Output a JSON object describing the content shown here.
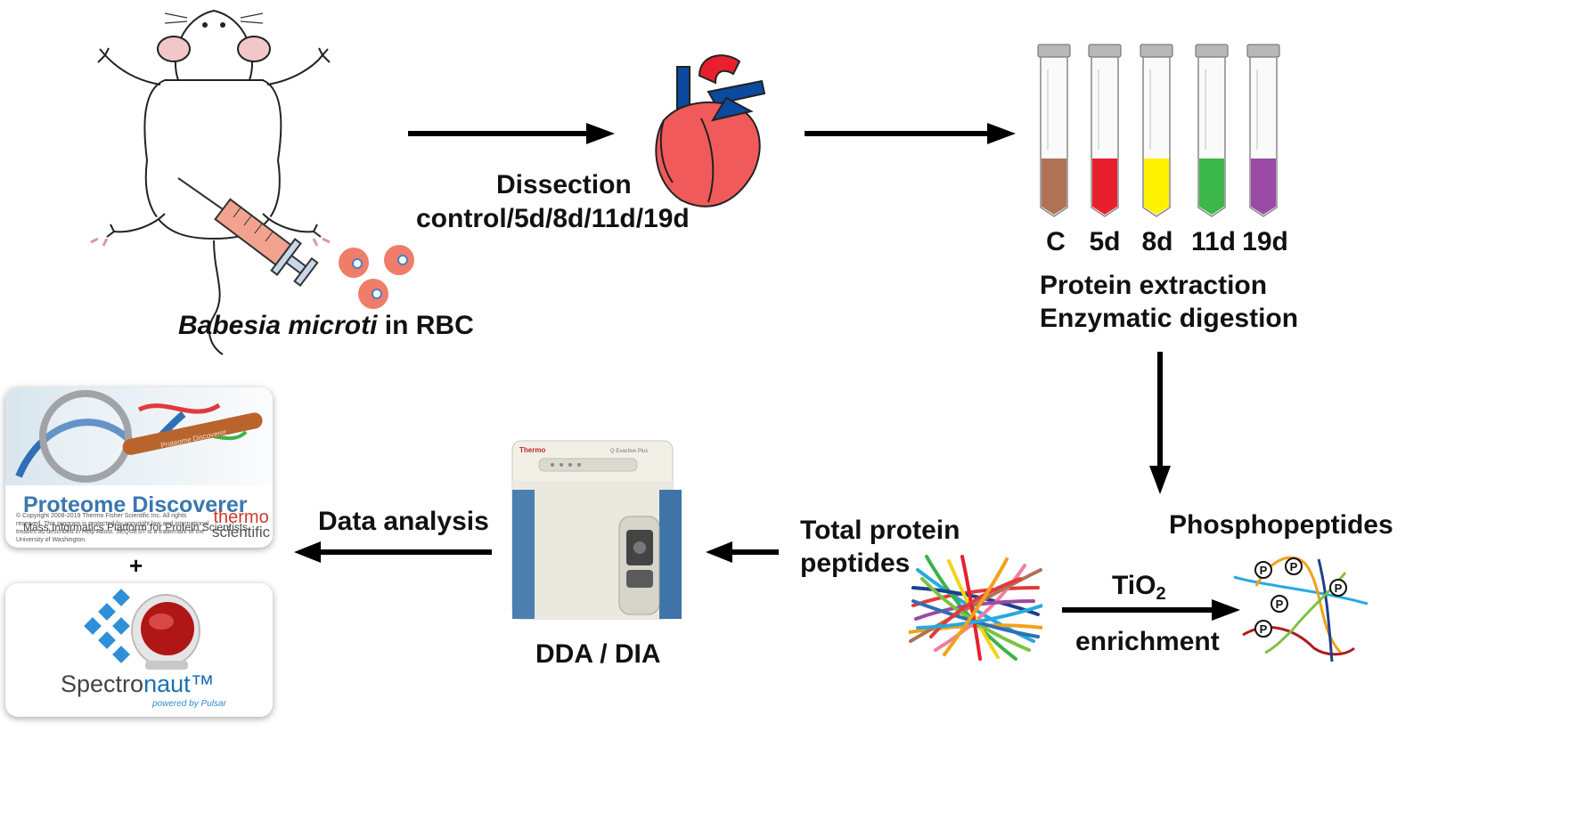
{
  "mouse": {
    "label_italic": "Babesia microti",
    "label_rest": " in RBC"
  },
  "dissection": {
    "line1": "Dissection",
    "line2": "control/5d/8d/11d/19d"
  },
  "tubes": {
    "labels": [
      "C",
      "5d",
      "8d",
      "11d",
      "19d"
    ],
    "colors": [
      "#b07255",
      "#e8202e",
      "#fff200",
      "#3cb84a",
      "#9b4aa6"
    ]
  },
  "protein": {
    "line1": "Protein extraction",
    "line2": "Enzymatic digestion"
  },
  "phospho": {
    "title": "Phosphopeptides",
    "p_marker": "P"
  },
  "enrich": {
    "reagent": "TiO",
    "reagent_sub": "2",
    "label": "enrichment"
  },
  "total": {
    "line1": "Total protein",
    "line2": "peptides"
  },
  "ms": {
    "label": "DDA / DIA",
    "brand": "Thermo",
    "model": "Q Exactive Plus"
  },
  "analysis": {
    "label": "Data analysis",
    "plus": "+"
  },
  "proteome_discoverer": {
    "banner": "Proteome Discoverer",
    "title": "Proteome Discoverer",
    "subtitle": "Mass Informatics Platform for Protein Scientists",
    "copyright": "© Copyright 2008-2019 Thermo Fisher Scientific Inc. All rights reserved. This program is protected by copyright law and international treaties as described in Help About. SEQUEST is a trademark of the University of Washington.",
    "brand_line1": "thermo",
    "brand_line2": "scientific"
  },
  "spectronaut": {
    "name_plain": "Spectro",
    "name_accent": "naut™",
    "tagline": "powered by Pulsar"
  }
}
